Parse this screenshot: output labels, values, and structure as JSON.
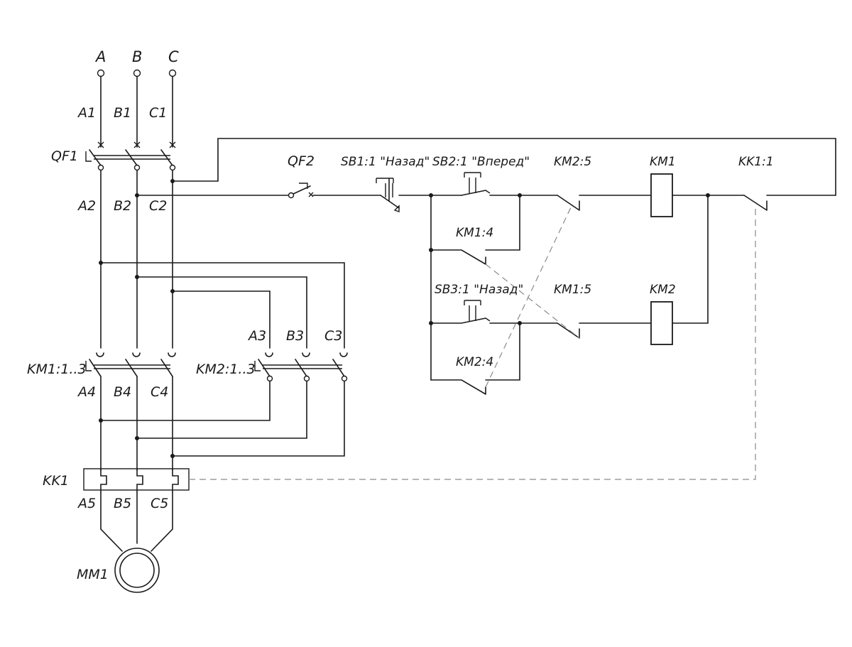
{
  "phases": {
    "a": "A",
    "b": "B",
    "c": "C",
    "a1": "A1",
    "b1": "B1",
    "c1": "C1",
    "a2": "A2",
    "b2": "B2",
    "c2": "C2",
    "a3": "A3",
    "b3": "B3",
    "c3": "C3",
    "a4": "A4",
    "b4": "B4",
    "c4": "C4",
    "a5": "A5",
    "b5": "B5",
    "c5": "C5"
  },
  "devices": {
    "qf1": "QF1",
    "qf2": "QF2",
    "km1_main": "KM1:1..3",
    "km2_main": "KM2:1..3",
    "kk1": "KK1",
    "motor": "MM1"
  },
  "control": {
    "sb1": "SB1:1 \"Назад\"",
    "sb2": "SB2:1 \"Вперед\"",
    "sb3": "SB3:1 \"Назад\"",
    "km2_5": "KM2:5",
    "km1_5": "KM1:5",
    "km1_4": "KM1:4",
    "km2_4": "KM2:4",
    "km1_coil": "KM1",
    "km2_coil": "KM2",
    "kk1_1": "KK1:1"
  },
  "colors": {
    "ink": "#1a1a1a",
    "dashed_link": "#8a8a8a",
    "background": "#ffffff"
  }
}
